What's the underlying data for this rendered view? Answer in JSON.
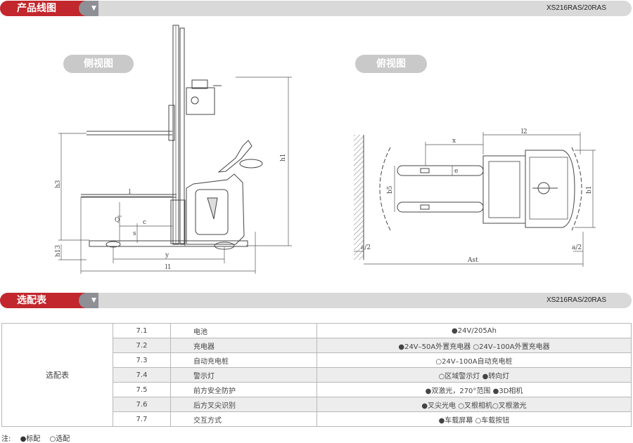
{
  "section1": {
    "title": "产品线图",
    "model": "XS216RAS/20RAS"
  },
  "views": {
    "side": "侧视图",
    "top": "俯视图"
  },
  "side_dims": {
    "h1": "h1",
    "h3": "h3",
    "h13": "h13",
    "l": "l",
    "l1": "l1",
    "y": "y",
    "c": "c",
    "q": "Q",
    "s": "s"
  },
  "top_dims": {
    "l2": "l2",
    "x": "x",
    "e": "e",
    "b5": "b5",
    "b1": "b1",
    "a2_left": "a/2",
    "a2_right": "a/2",
    "ast": "Ast"
  },
  "section2": {
    "title": "选配表",
    "model": "XS216RAS/20RAS"
  },
  "options": {
    "group_label": "选配表",
    "rows": [
      {
        "num": "7.1",
        "feature": "电池",
        "value": "●24V/205Ah"
      },
      {
        "num": "7.2",
        "feature": "充电器",
        "value": "●24V–50A外置充电器 ○24V–100A外置充电器"
      },
      {
        "num": "7.3",
        "feature": "自动充电桩",
        "value": "○24V–100A自动充电桩"
      },
      {
        "num": "7.4",
        "feature": "警示灯",
        "value": "○区域警示灯 ●转向灯"
      },
      {
        "num": "7.5",
        "feature": "前方安全防护",
        "value": "●双激光，270°范围 ●3D相机"
      },
      {
        "num": "7.6",
        "feature": "后方叉尖识别",
        "value": "●叉尖光电 ○叉根相机○叉根激光"
      },
      {
        "num": "7.7",
        "feature": "交互方式",
        "value": "●车载屏幕 ○车载按钮"
      }
    ]
  },
  "note": {
    "prefix": "注:",
    "standard": "●标配",
    "optional": "○选配"
  },
  "colors": {
    "accent": "#c1272d",
    "bar": "#d9d9da",
    "pill": "#c9c9ca"
  }
}
